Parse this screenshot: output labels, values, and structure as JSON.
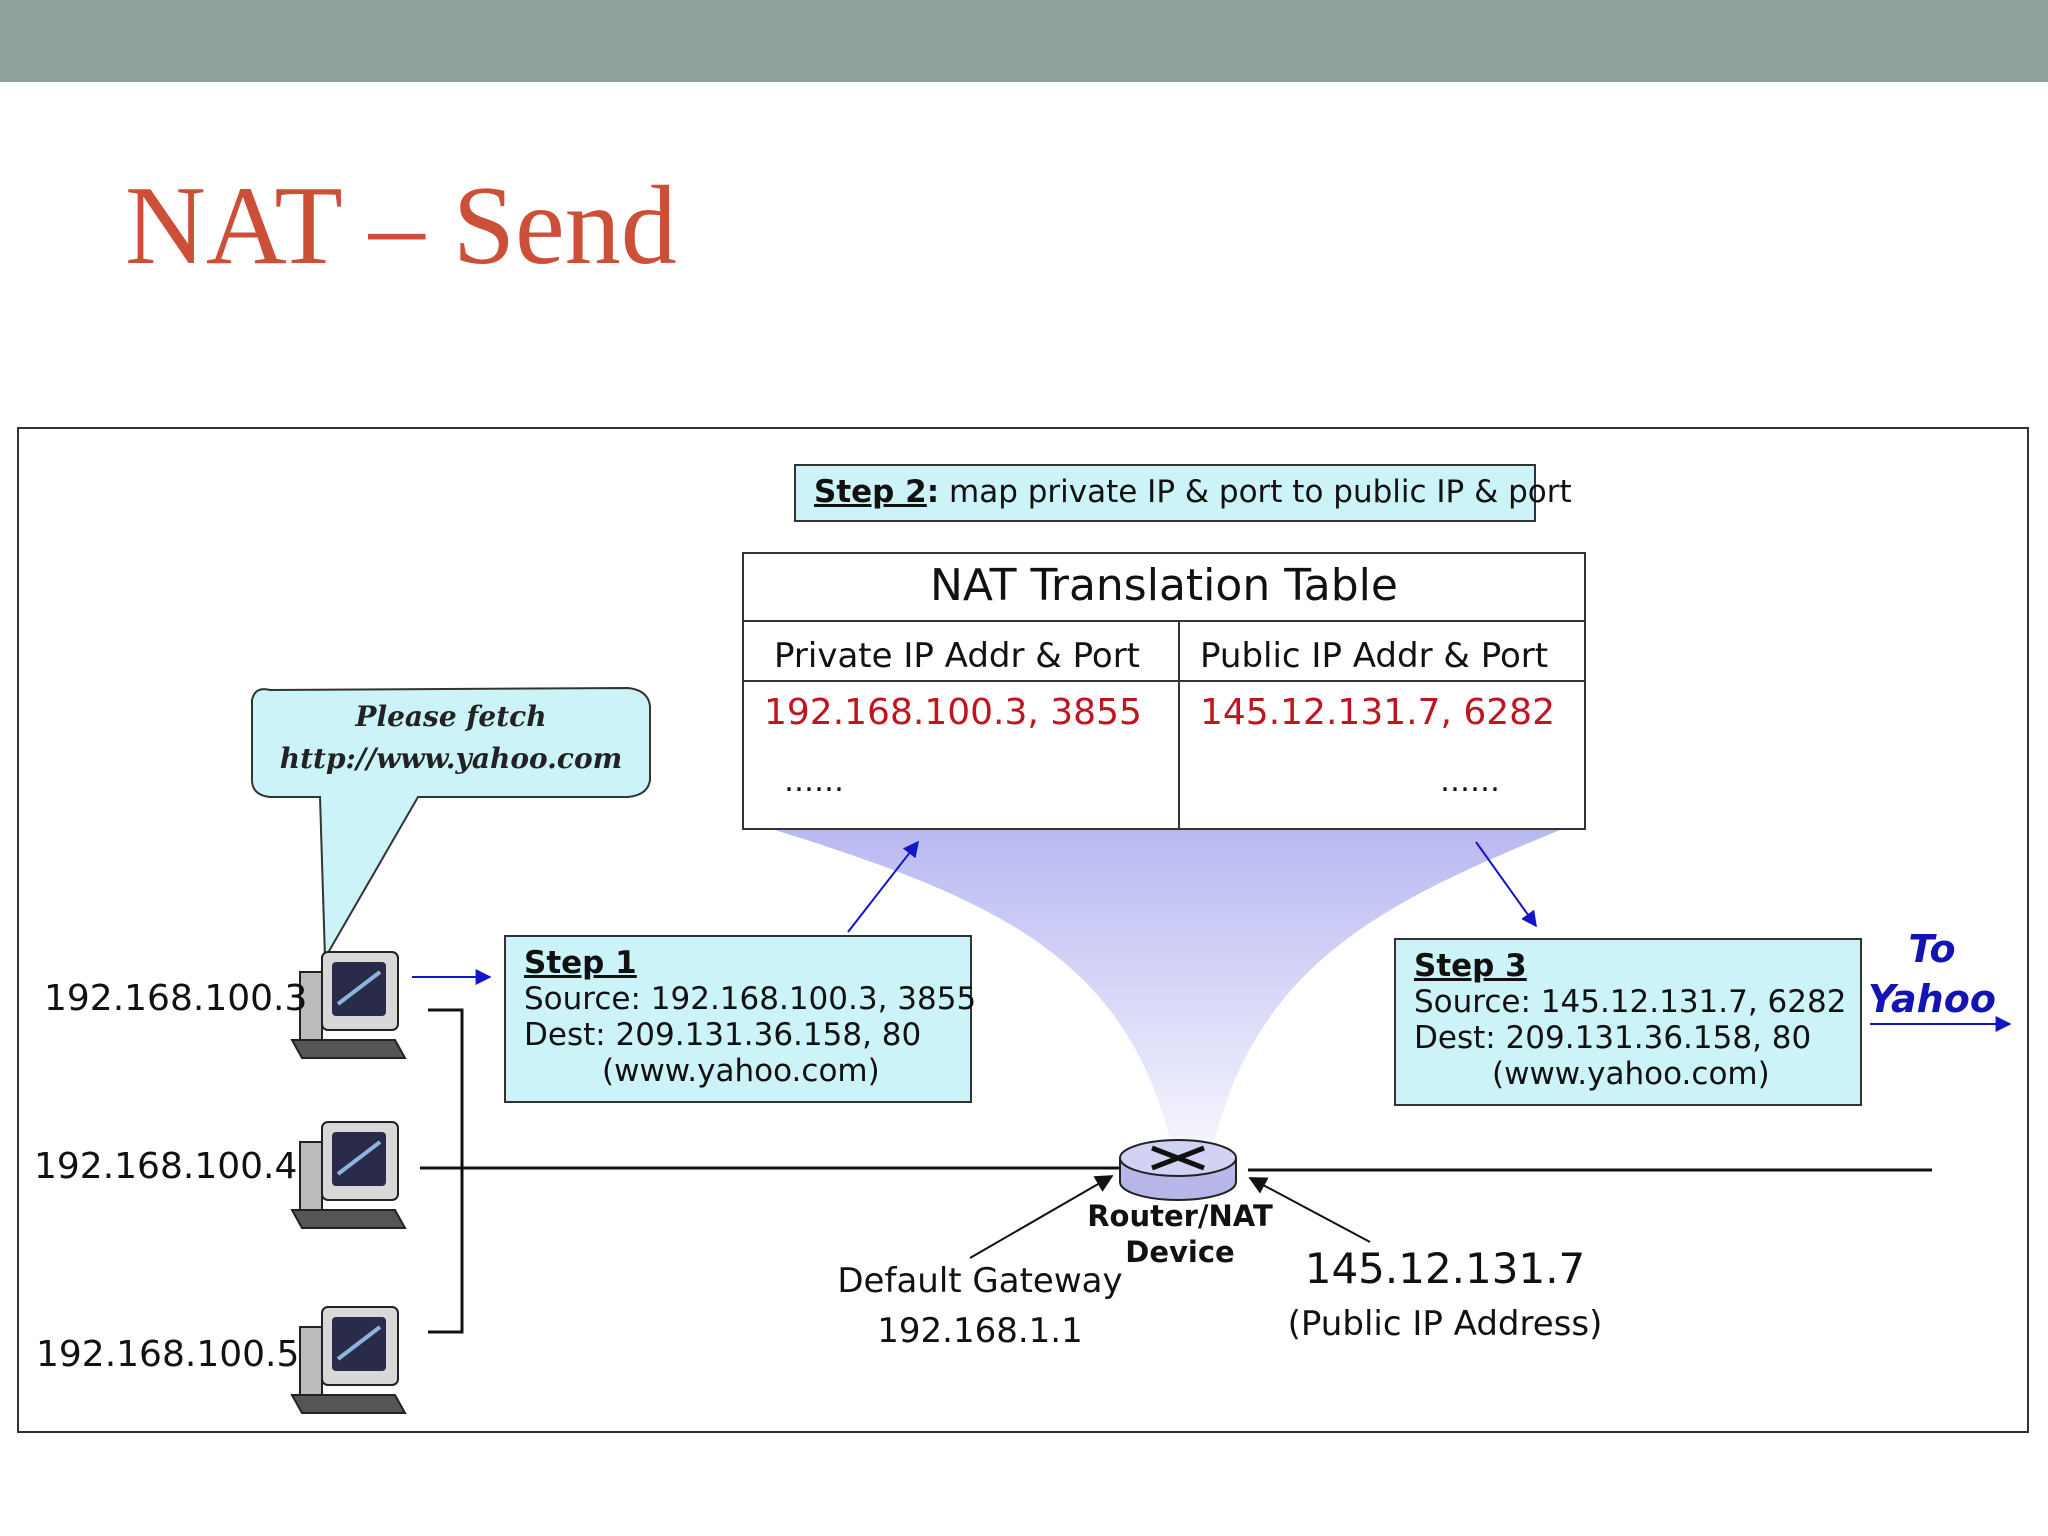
{
  "slide": {
    "title": "NAT – Send"
  },
  "step2": {
    "heading": "Step 2",
    "colon": ":",
    "text": " map private IP & port to public IP & port"
  },
  "nat_table": {
    "title": "NAT Translation Table",
    "columns": [
      "Private IP Addr & Port",
      "Public IP Addr & Port"
    ],
    "rows": [
      [
        "192.168.100.3, 3855",
        "145.12.131.7, 6282"
      ],
      [
        "……",
        "……"
      ]
    ]
  },
  "bubble": {
    "line1": "Please fetch",
    "line2": "http://www.yahoo.com"
  },
  "hosts": [
    "192.168.100.3",
    "192.168.100.4",
    "192.168.100.5"
  ],
  "step1": {
    "heading": "Step 1",
    "source": "Source: 192.168.100.3, 3855",
    "dest": "Dest: 209.131.36.158, 80",
    "host": "(www.yahoo.com)"
  },
  "step3": {
    "heading": "Step 3",
    "source": "Source: 145.12.131.7, 6282",
    "dest": "Dest: 209.131.36.158, 80",
    "host": "(www.yahoo.com)"
  },
  "router": {
    "line1": "Router/NAT",
    "line2": "Device"
  },
  "gateway": {
    "line1": "Default Gateway",
    "line2": "192.168.1.1"
  },
  "public_ip": {
    "address": "145.12.131.7",
    "caption": "(Public IP Address)"
  },
  "destination": {
    "line1": "To",
    "line2": "Yahoo"
  },
  "colors": {
    "title": "#cc5037",
    "topbar": "#8fa19a",
    "box_fill": "#ccf3f7",
    "table_value": "#c0141e",
    "arrow": "#1414c8",
    "beam": "#c8c8f5"
  }
}
